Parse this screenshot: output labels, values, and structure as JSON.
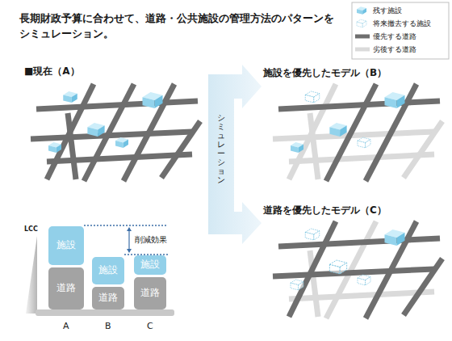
{
  "diagram": {
    "title": "長期財政予算に合わせて、道路・公共施設の管理方法のパターンを シミュレーション。",
    "nodes": [
      {
        "text": [
          "施設"
        ]
      },
      {
        "text": [
          "道路"
        ]
      },
      {
        "text": [
          "施設"
        ]
      },
      {
        "text": [
          "道路"
        ]
      },
      {
        "text": [
          "施設"
        ]
      },
      {
        "text": [
          "道路"
        ]
      }
    ],
    "labels": [
      "■現在（A）",
      "シミュレーション",
      "施設を優先したモデル（B）",
      "道路を優先したモデル（C）",
      "LCC",
      "削減効果",
      "A",
      "B",
      "C"
    ],
    "legend": [
      {
        "text": "残す施設"
      },
      {
        "text": "将来撤去する施設"
      },
      {
        "text": "優先する道路"
      },
      {
        "text": "劣後する道路"
      }
    ]
  }
}
